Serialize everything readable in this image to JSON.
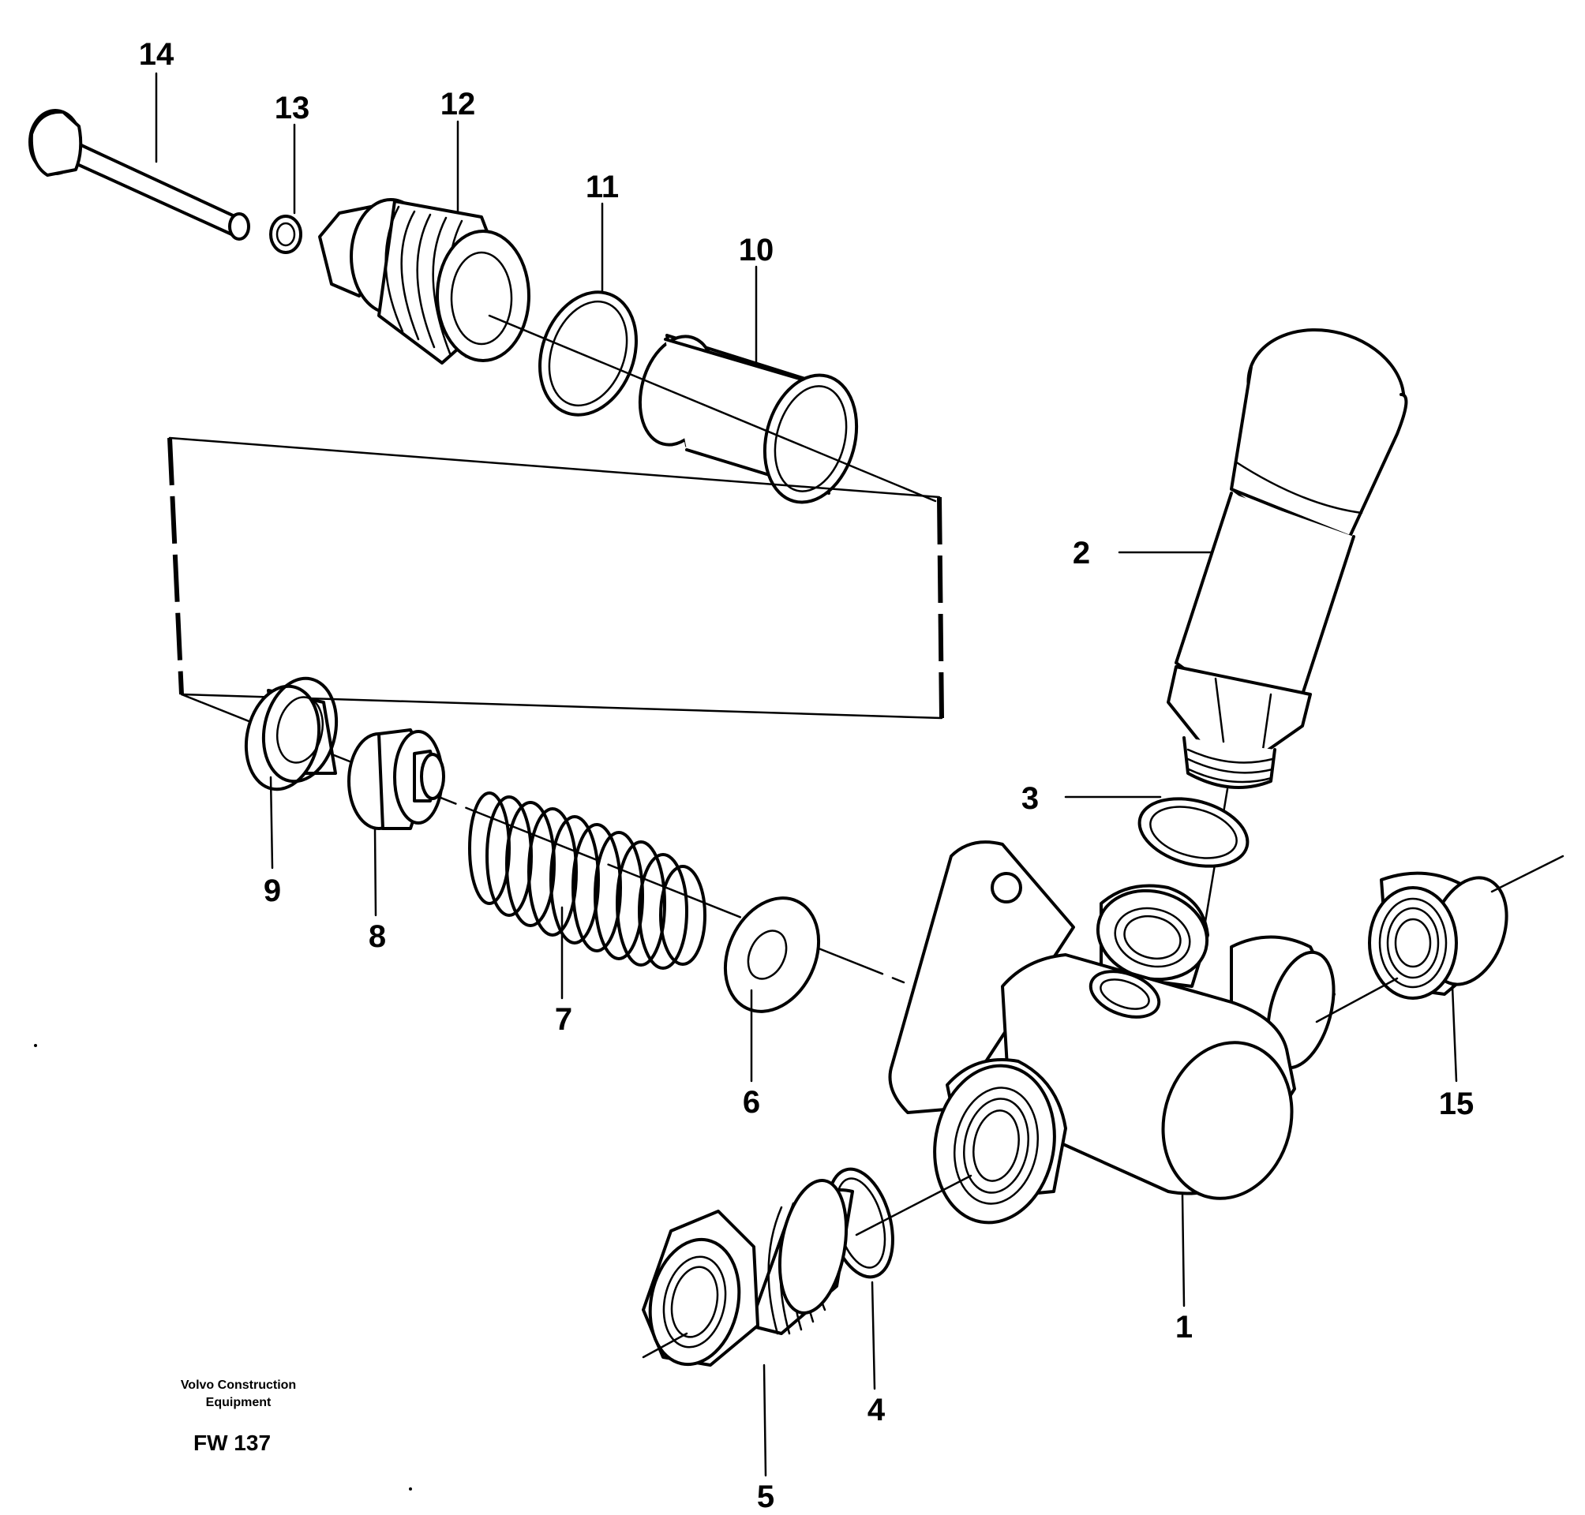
{
  "labels": {
    "p1": "1",
    "p2": "2",
    "p3": "3",
    "p4": "4",
    "p5": "5",
    "p6": "6",
    "p7": "7",
    "p8": "8",
    "p9": "9",
    "p10": "10",
    "p11": "11",
    "p12": "12",
    "p13": "13",
    "p14": "14",
    "p15": "15"
  },
  "caption": {
    "company_line1": "Volvo Construction",
    "company_line2": "Equipment",
    "figure_code": "FW 137"
  }
}
